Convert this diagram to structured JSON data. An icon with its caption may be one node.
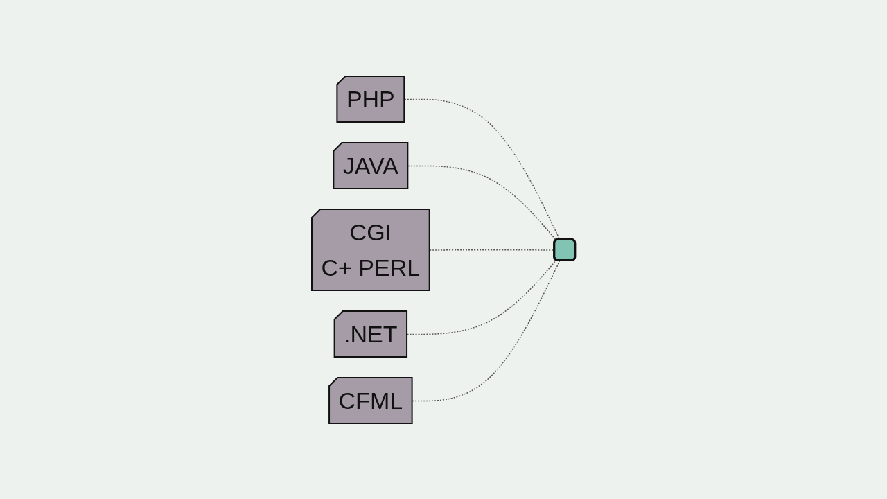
{
  "diagram": {
    "nodes": [
      {
        "text": [
          "PHP"
        ]
      },
      {
        "text": [
          "JAVA"
        ]
      },
      {
        "text": [
          "CGI",
          "C+ PERL"
        ]
      },
      {
        "text": [
          ".NET"
        ]
      },
      {
        "text": [
          "CFML"
        ]
      },
      {
        "text": [],
        "shape": "box"
      }
    ],
    "edges": [
      {
        "from": 0,
        "to": 5,
        "arrow": "none",
        "style": "dashed"
      },
      {
        "from": 1,
        "to": 5,
        "arrow": "none",
        "style": "dashed"
      },
      {
        "from": 2,
        "to": 5,
        "arrow": "none",
        "style": "dashed"
      },
      {
        "from": 3,
        "to": 5,
        "arrow": "none",
        "style": "dashed"
      },
      {
        "from": 4,
        "to": 5,
        "arrow": "none",
        "style": "dashed"
      }
    ]
  }
}
